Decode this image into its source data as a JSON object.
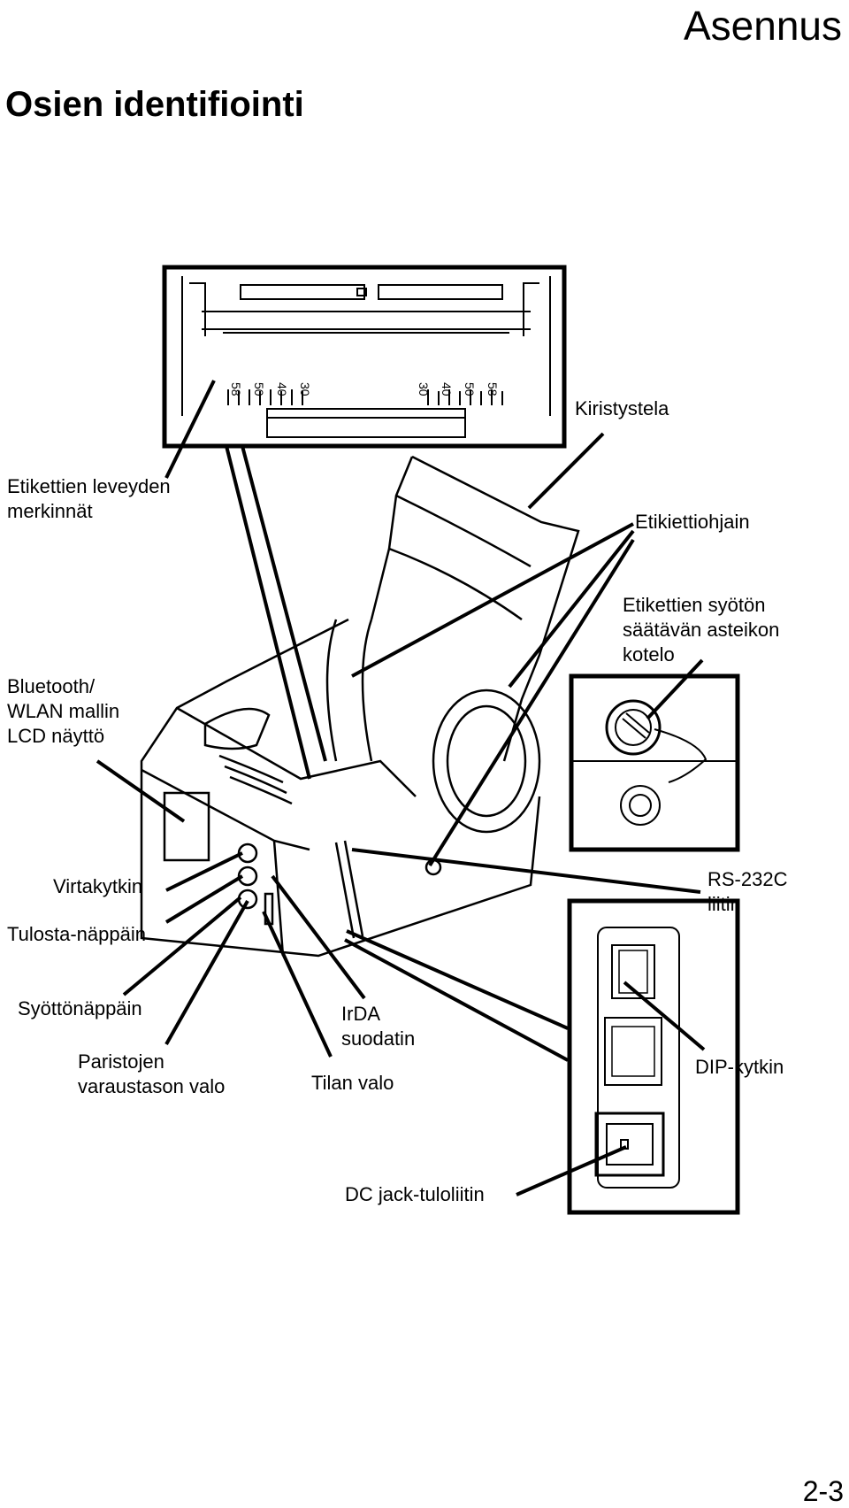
{
  "header": {
    "section": "Asennus"
  },
  "page_title": "Osien identifiointi",
  "labels": {
    "kiristystela": "Kiristystela",
    "leveyden_1": "Etikettien leveyden",
    "leveyden_2": "merkinnät",
    "etikiettiohjain": "Etikiettiohjain",
    "syoton_1": "Etikettien syötön",
    "syoton_2": "säätävän asteikon",
    "syoton_3": "kotelo",
    "bt_1": "Bluetooth/",
    "bt_2": "WLAN mallin",
    "bt_3": "LCD näyttö",
    "virtakytkin": "Virtakytkin",
    "tulosta": "Tulosta-näppäin",
    "rs_1": "RS-232C",
    "rs_2": "liitin",
    "syottonappain": "Syöttönäppäin",
    "irda_1": "IrDA",
    "irda_2": "suodatin",
    "paristo_1": "Paristojen",
    "paristo_2": "varaustason valo",
    "tilan_valo": "Tilan valo",
    "dip": "DIP-kytkin",
    "dc": "DC jack-tuloliitin"
  },
  "scale_marks": {
    "left": [
      "58",
      "50",
      "40",
      "30"
    ],
    "right": [
      "30",
      "40",
      "50",
      "58"
    ]
  },
  "page_number": "2-3"
}
